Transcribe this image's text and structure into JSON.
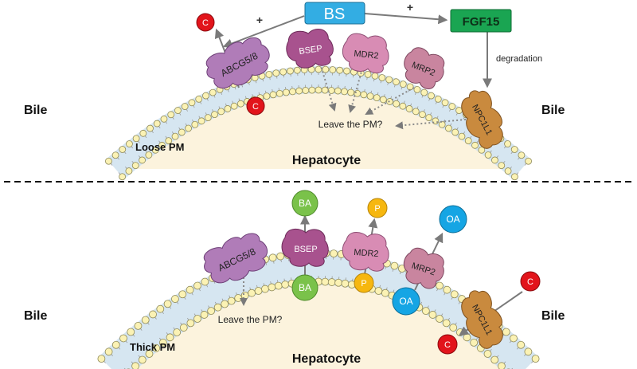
{
  "top_panel": {
    "bs_label": "BS",
    "fgf15_label": "FGF15",
    "plus_left": "+",
    "plus_right": "+",
    "degradation_label": "degradation",
    "bile_left": "Bile",
    "bile_right": "Bile",
    "membrane_label": "Loose PM",
    "cell_label": "Hepatocyte",
    "leave_label": "Leave the PM?",
    "cholesterol_label": "C",
    "proteins": {
      "abcg": "ABCG5/8",
      "bsep": "BSEP",
      "mdr2": "MDR2",
      "mrp2": "MRP2",
      "npc": "NPC1L1"
    }
  },
  "bottom_panel": {
    "bile_left": "Bile",
    "bile_right": "Bile",
    "membrane_label": "Thick PM",
    "cell_label": "Hepatocyte",
    "leave_label": "Leave the PM?",
    "ba_label": "BA",
    "p_label": "P",
    "oa_label": "OA",
    "cholesterol_label": "C",
    "proteins": {
      "abcg": "ABCG5/8",
      "bsep": "BSEP",
      "mdr2": "MDR2",
      "mrp2": "MRP2",
      "npc": "NPC1L1"
    }
  },
  "colors": {
    "bs_box": "#33ade3",
    "fgf15_box": "#1aa552",
    "cholesterol": "#e2141b",
    "bile_acid": "#7ac24a",
    "phospholipid": "#f6b70f",
    "organic_anion": "#15a5e4",
    "abcg_protein": "#b07cb8",
    "bsep_protein": "#a8528e",
    "mdr2_protein": "#d88cb4",
    "mrp2_protein": "#c9859f",
    "npc_protein": "#c98a3e",
    "cytoplasm": "#fcf3dd",
    "membrane_band": "#d6e6f1",
    "lipid_head": "#fbf2b4"
  }
}
